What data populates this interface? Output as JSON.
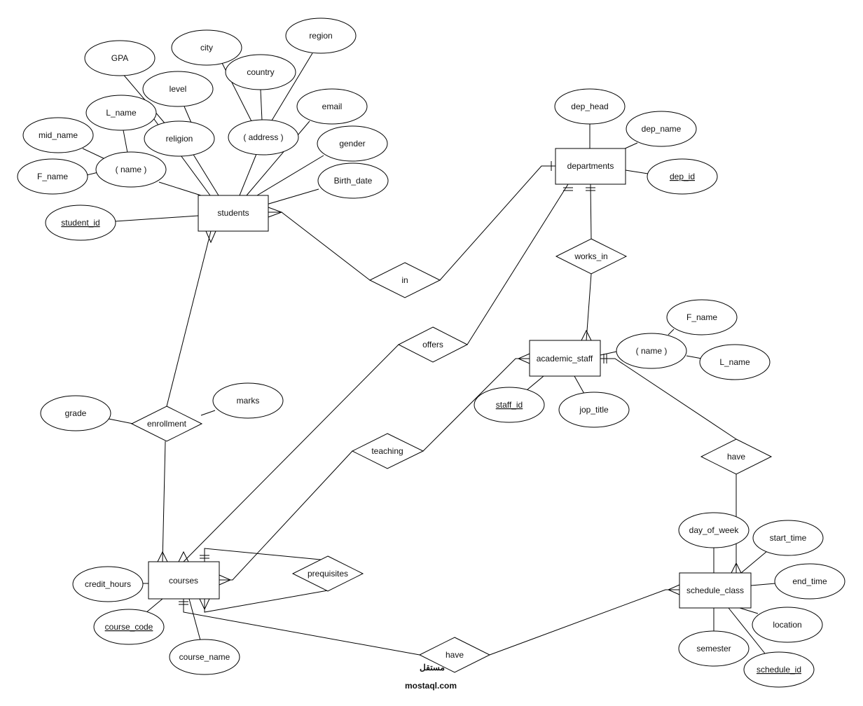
{
  "entities": {
    "students": "students",
    "departments": "departments",
    "academic_staff": "academic_staff",
    "courses": "courses",
    "schedule_class": "schedule_class"
  },
  "relationships": {
    "in": "in",
    "works_in": "works_in",
    "offers": "offers",
    "enrollment": "enrollment",
    "teaching": "teaching",
    "prequisites": "prequisites",
    "have_staff_schedule": "have",
    "have_course_schedule": "have"
  },
  "attributes": {
    "gpa": "GPA",
    "city": "city",
    "region": "region",
    "country": "country",
    "level": "level",
    "l_name_student": "L_name",
    "email": "email",
    "mid_name": "mid_name",
    "religion": "religion",
    "address": "( address )",
    "gender": "gender",
    "f_name_student": "F_name",
    "name_student": "( name )",
    "birth_date": "Birth_date",
    "student_id": "student_id",
    "dep_head": "dep_head",
    "dep_name": "dep_name",
    "dep_id": "dep_id",
    "f_name_staff": "F_name",
    "name_staff": "( name )",
    "l_name_staff": "L_name",
    "staff_id": "staff_id",
    "jop_title": "jop_title",
    "grade": "grade",
    "marks": "marks",
    "day_of_week": "day_of_week",
    "start_time": "start_time",
    "end_time": "end_time",
    "location": "location",
    "semester": "semester",
    "schedule_id": "schedule_id",
    "credit_hours": "credit_hours",
    "course_code": "course_code",
    "course_name": "course_name"
  },
  "watermark": {
    "arabic": "مستقل",
    "latin": "mostaql.com"
  }
}
